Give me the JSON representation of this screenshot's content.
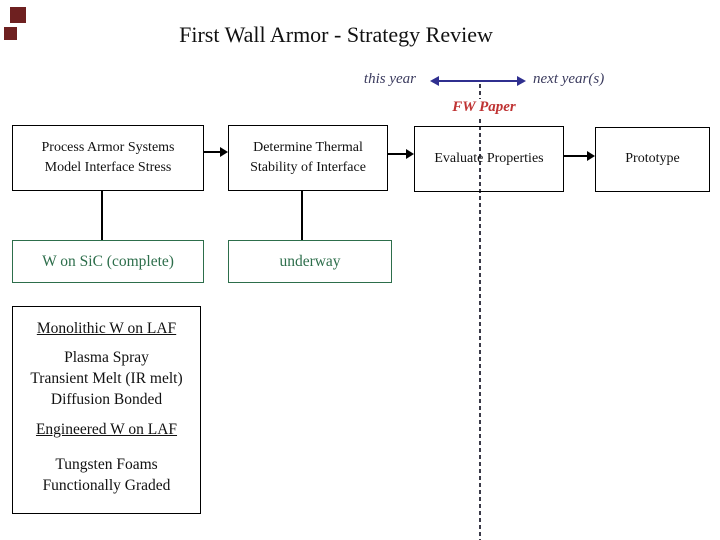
{
  "slide": {
    "title": "First Wall Armor - Strategy Review",
    "timeline": {
      "left_label": "this year",
      "right_label": "next year(s)",
      "milestone_label": "FW Paper"
    },
    "flow_boxes": [
      {
        "line1": "Process Armor Systems",
        "line2": "Model Interface Stress"
      },
      {
        "line1": "Determine Thermal",
        "line2": "Stability of Interface"
      },
      {
        "line1": "Evaluate Properties",
        "line2": ""
      },
      {
        "line1": "Prototype",
        "line2": ""
      }
    ],
    "status_boxes": [
      {
        "label": "W on SiC (complete)"
      },
      {
        "label": "underway"
      }
    ],
    "options": {
      "group1_heading": "Monolithic W on LAF",
      "group1_items": [
        "Plasma Spray",
        "Transient Melt (IR melt)",
        "Diffusion Bonded"
      ],
      "group2_heading": "Engineered W on LAF",
      "group2_items": [
        "Tungsten Foams",
        "Functionally Graded"
      ]
    },
    "colors": {
      "title_text": "#111111",
      "timeline_text": "#3b3b5e",
      "timeline_arrow": "#2f2f8f",
      "milestone_red": "#bf3333",
      "status_green": "#2d6e4b",
      "box_border": "#000000",
      "dashed_divider": "#3a3a48",
      "corner_square": "#6e2020"
    }
  }
}
